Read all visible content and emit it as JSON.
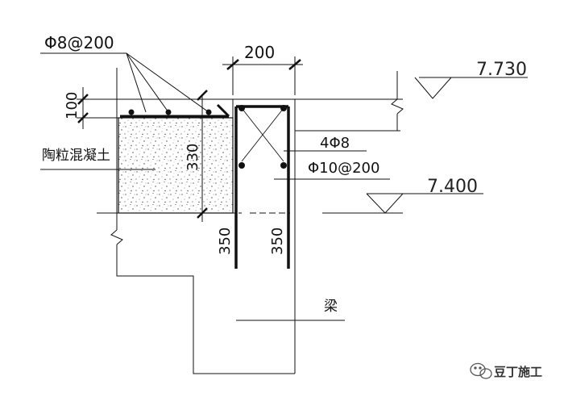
{
  "labels": {
    "top_rebar": "Φ8@200",
    "slab_thickness": "100",
    "beam_width": "200",
    "elevation_top": "7.730",
    "elevation_lower": "7.400",
    "concrete_name": "陶粒混凝土",
    "infill_depth": "330",
    "longitudinal_bars": "4Φ8",
    "stirrups": "Φ10@200",
    "dim_left": "350",
    "dim_right": "350",
    "beam_name": "梁"
  },
  "watermark": {
    "brand": "豆丁施工",
    "icon": "wechat-icon"
  }
}
